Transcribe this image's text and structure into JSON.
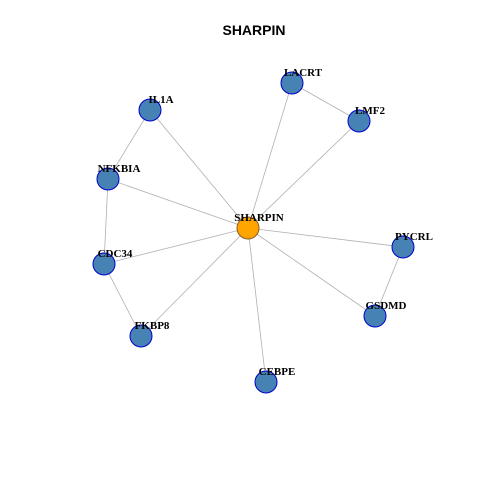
{
  "title": "SHARPIN",
  "colors": {
    "center_fill": "#FFA500",
    "center_stroke": "#8B5A2B",
    "node_fill": "#4682B4",
    "node_stroke": "#0000CD",
    "edge": "#b0b0b0"
  },
  "nodes": [
    {
      "id": "SHARPIN",
      "label": "SHARPIN",
      "center": true
    },
    {
      "id": "LACRT",
      "label": "LACRT"
    },
    {
      "id": "LMF2",
      "label": "LMF2"
    },
    {
      "id": "IL1A",
      "label": "IL1A"
    },
    {
      "id": "NFKBIA",
      "label": "NFKBIA"
    },
    {
      "id": "CDC34",
      "label": "CDC34"
    },
    {
      "id": "FKBP8",
      "label": "FKBP8"
    },
    {
      "id": "CEBPE",
      "label": "CEBPE"
    },
    {
      "id": "GSDMD",
      "label": "GSDMD"
    },
    {
      "id": "PYCRL",
      "label": "PYCRL"
    }
  ],
  "edges": [
    [
      "SHARPIN",
      "LACRT"
    ],
    [
      "SHARPIN",
      "LMF2"
    ],
    [
      "SHARPIN",
      "IL1A"
    ],
    [
      "SHARPIN",
      "NFKBIA"
    ],
    [
      "SHARPIN",
      "CDC34"
    ],
    [
      "SHARPIN",
      "FKBP8"
    ],
    [
      "SHARPIN",
      "CEBPE"
    ],
    [
      "SHARPIN",
      "GSDMD"
    ],
    [
      "SHARPIN",
      "PYCRL"
    ],
    [
      "LACRT",
      "LMF2"
    ],
    [
      "IL1A",
      "NFKBIA"
    ],
    [
      "NFKBIA",
      "CDC34"
    ],
    [
      "CDC34",
      "FKBP8"
    ],
    [
      "PYCRL",
      "GSDMD"
    ]
  ]
}
